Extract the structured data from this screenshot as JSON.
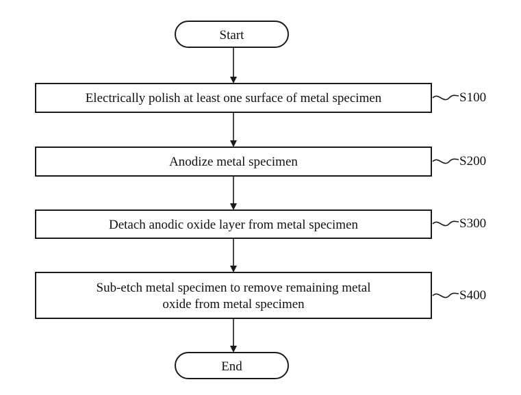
{
  "diagram": {
    "start": {
      "label": "Start"
    },
    "end": {
      "label": "End"
    },
    "steps": [
      {
        "id": "S100",
        "lines": [
          "Electrically polish at least one surface of metal specimen"
        ]
      },
      {
        "id": "S200",
        "lines": [
          "Anodize metal specimen"
        ]
      },
      {
        "id": "S300",
        "lines": [
          "Detach anodic oxide layer from metal specimen"
        ]
      },
      {
        "id": "S400",
        "lines": [
          "Sub-etch metal specimen to remove remaining metal",
          "oxide from metal specimen"
        ]
      }
    ]
  }
}
